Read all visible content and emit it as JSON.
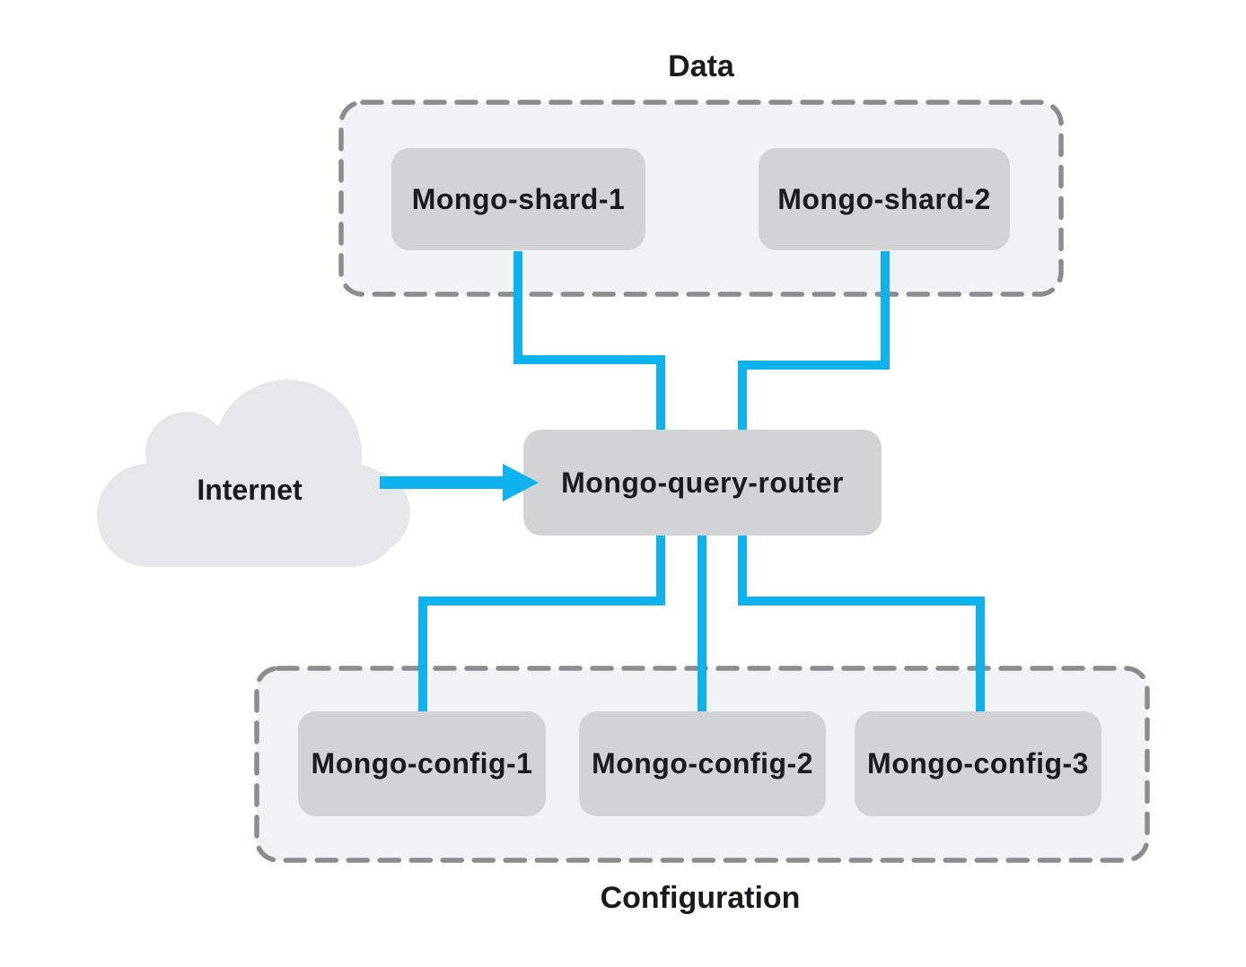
{
  "diagram": {
    "groups": [
      {
        "id": "data",
        "label": "Data",
        "nodes": [
          "Mongo-shard-1",
          "Mongo-shard-2"
        ]
      },
      {
        "id": "configuration",
        "label": "Configuration",
        "nodes": [
          "Mongo-config-1",
          "Mongo-config-2",
          "Mongo-config-3"
        ]
      }
    ],
    "nodes": {
      "internet": "Internet",
      "shard1": "Mongo-shard-1",
      "shard2": "Mongo-shard-2",
      "router": "Mongo-query-router",
      "config1": "Mongo-config-1",
      "config2": "Mongo-config-2",
      "config3": "Mongo-config-3"
    },
    "edges": [
      {
        "from": "Internet",
        "to": "Mongo-query-router"
      },
      {
        "from": "Mongo-shard-1",
        "to": "Mongo-query-router"
      },
      {
        "from": "Mongo-shard-2",
        "to": "Mongo-query-router"
      },
      {
        "from": "Mongo-query-router",
        "to": "Mongo-config-1"
      },
      {
        "from": "Mongo-query-router",
        "to": "Mongo-config-2"
      },
      {
        "from": "Mongo-query-router",
        "to": "Mongo-config-3"
      }
    ],
    "colors": {
      "connector": "#0db2ee",
      "node_fill": "#d2d3d5",
      "panel_fill": "#f1f2f4",
      "panel_border": "#8a8c8f",
      "cloud_fill": "#e6e7e9",
      "text_color": "#1b1b1d",
      "canvas_bg": "#ffffff"
    }
  }
}
